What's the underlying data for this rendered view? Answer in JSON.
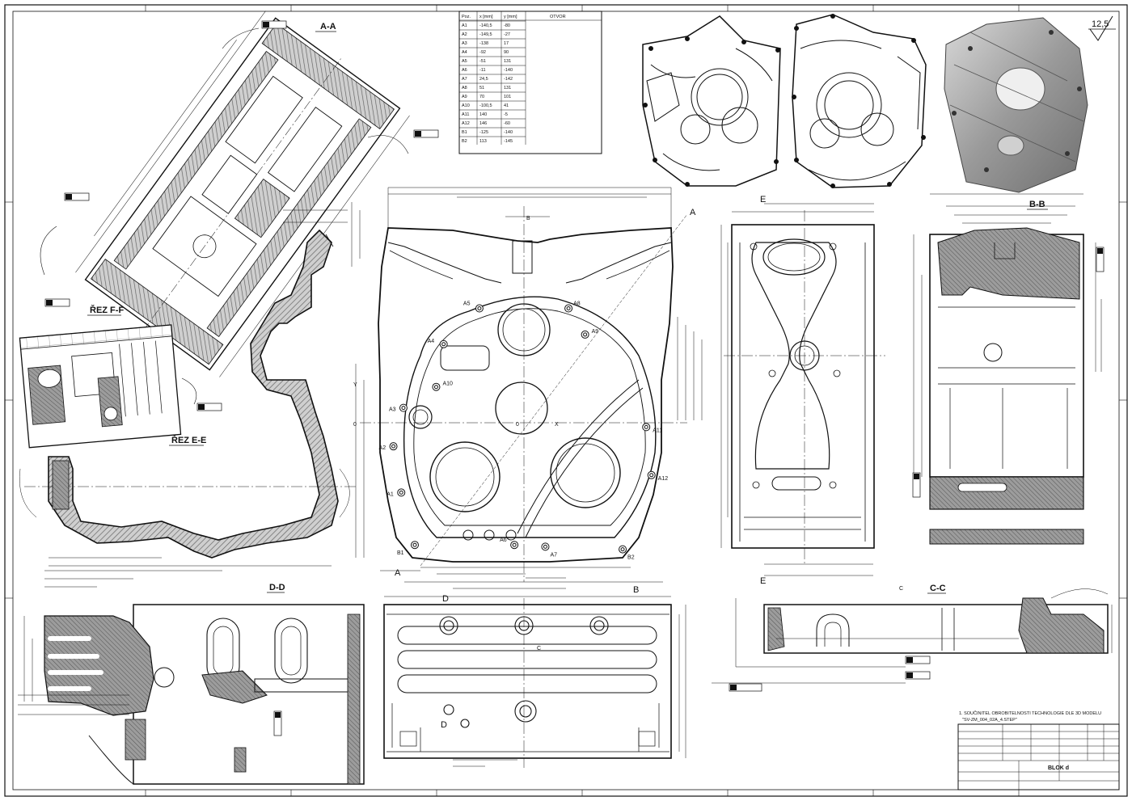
{
  "sheet": {
    "surface_roughness": "12,5",
    "views": {
      "section_aa": "A-A",
      "section_ff": "ŘEZ F-F",
      "section_ee": "ŘEZ E-E",
      "section_dd": "D-D",
      "section_cc": "C-C",
      "section_bb": "B-B"
    },
    "markers": [
      "A",
      "A",
      "B",
      "B",
      "E",
      "E",
      "D",
      "D",
      "C",
      "C"
    ],
    "holes": [
      "A1",
      "A2",
      "A3",
      "A4",
      "A5",
      "A6",
      "A7",
      "A8",
      "A9",
      "A10",
      "A11",
      "A12",
      "B1",
      "B2"
    ],
    "axis_x": "X",
    "axis_y": "Y",
    "origin": "0"
  },
  "hole_table": {
    "headers": [
      "Poz.",
      "x [mm]",
      "y [mm]",
      "OTVOR"
    ],
    "rows": [
      [
        "A1",
        "-140,5",
        "-80"
      ],
      [
        "A2",
        "-149,5",
        "-27"
      ],
      [
        "A3",
        "-138",
        "17"
      ],
      [
        "A4",
        "-92",
        "90"
      ],
      [
        "A5",
        "-51",
        "131"
      ],
      [
        "A6",
        "-11",
        "-140"
      ],
      [
        "A7",
        "24,5",
        "-142"
      ],
      [
        "A8",
        "51",
        "131"
      ],
      [
        "A9",
        "70",
        "101"
      ],
      [
        "A10",
        "-100,5",
        "41"
      ],
      [
        "A11",
        "140",
        "-5"
      ],
      [
        "A12",
        "146",
        "-60"
      ],
      [
        "B1",
        "-125",
        "-140"
      ],
      [
        "B2",
        "113",
        "-145"
      ]
    ]
  },
  "notes": {
    "line1": "1. SOUČINITEL OBROBITELNOSTI TECHNOLOGIE DLE 3D MODELU",
    "line2": "\"SV-ZM_004_02A_4.STEP\""
  },
  "title_block": {
    "name": "BLOK d"
  },
  "colors": {
    "ink": "#111111",
    "hatch": "#777777",
    "shade": "#9a9a9a"
  }
}
